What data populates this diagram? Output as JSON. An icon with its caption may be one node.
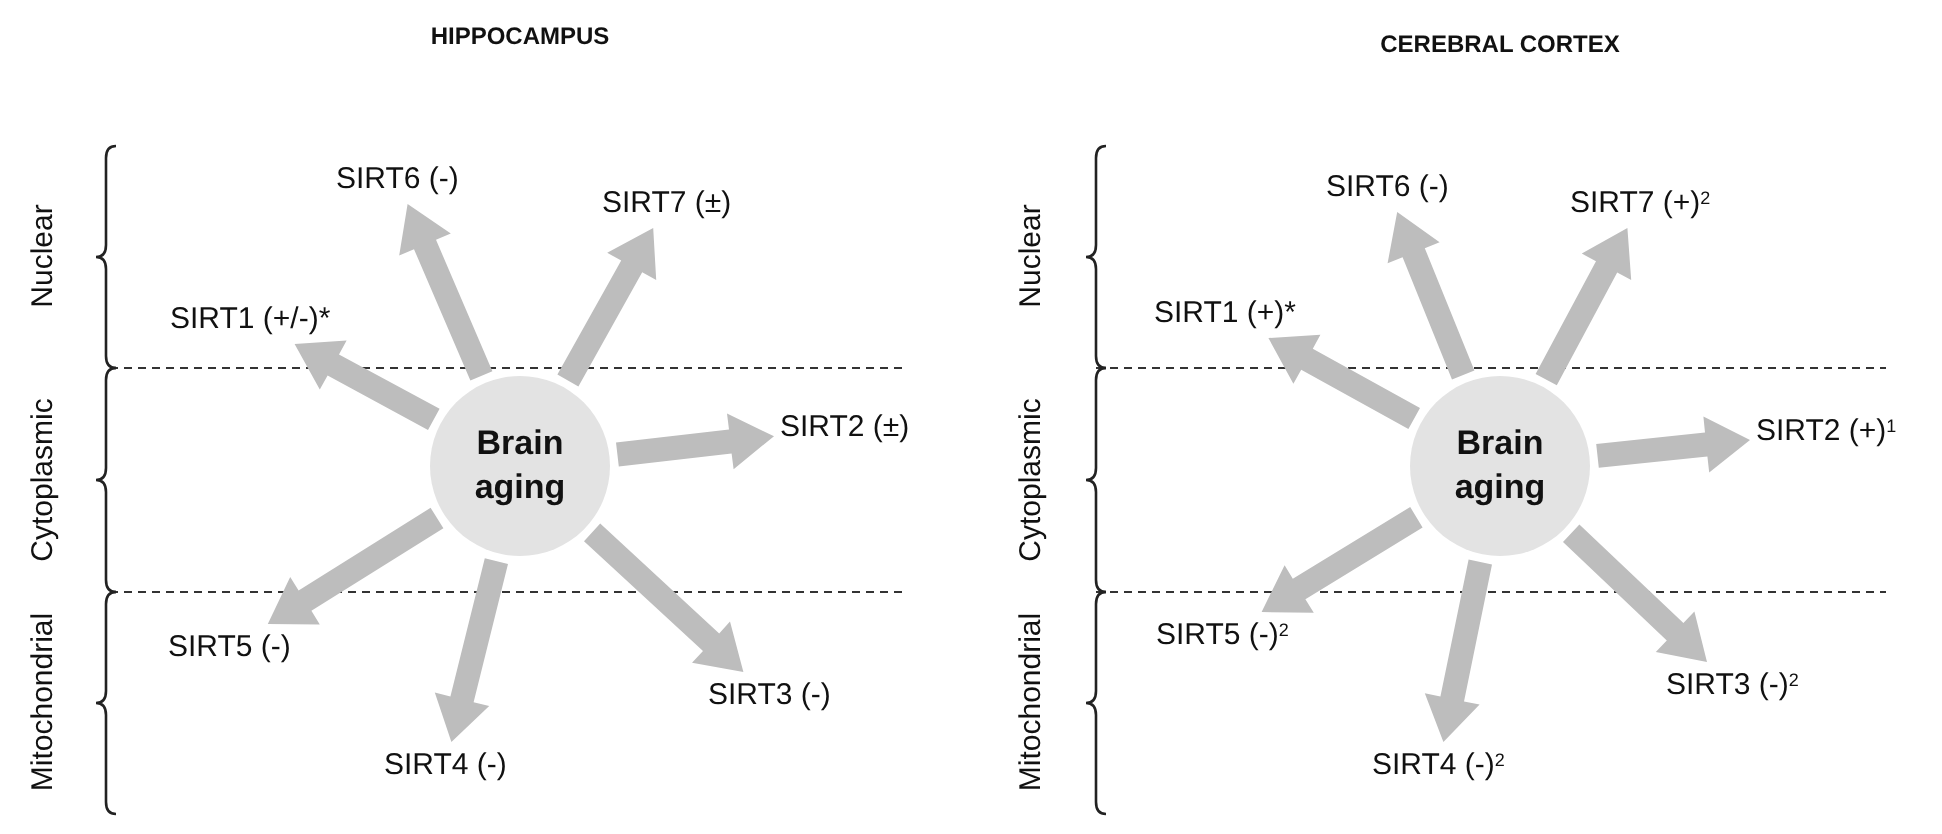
{
  "diagram": {
    "nodes": [
      {
        "text": [
          "Brain aging"
        ]
      },
      {
        "text": [
          "SIRT1 (+/-)*"
        ]
      },
      {
        "text": [
          "SIRT2 (±)"
        ]
      },
      {
        "text": [
          "SIRT3 (-)"
        ]
      },
      {
        "text": [
          "SIRT4 (-)"
        ]
      },
      {
        "text": [
          "SIRT5 (-)"
        ]
      },
      {
        "text": [
          "SIRT6 (-)"
        ]
      },
      {
        "text": [
          "SIRT7 (±)"
        ]
      },
      {
        "text": [
          "Brain aging"
        ]
      },
      {
        "text": [
          "SIRT1 (+)*"
        ]
      },
      {
        "text": [
          "SIRT2 (+)$^{1}$"
        ]
      },
      {
        "text": [
          "SIRT3 (-)$^{2}$"
        ]
      },
      {
        "text": [
          "SIRT4 (-)$^{2}$"
        ]
      },
      {
        "text": [
          "SIRT5 (-)$^{2}$"
        ]
      },
      {
        "text": [
          "SIRT6 (-)"
        ]
      },
      {
        "text": [
          "SIRT7 (+)$^{2}$"
        ]
      }
    ],
    "edges": [
      {
        "from": 0,
        "to": 1,
        "arrow": "to"
      },
      {
        "from": 0,
        "to": 2,
        "arrow": "to"
      },
      {
        "from": 0,
        "to": 3,
        "arrow": "to"
      },
      {
        "from": 0,
        "to": 4,
        "arrow": "to"
      },
      {
        "from": 0,
        "to": 5,
        "arrow": "to"
      },
      {
        "from": 0,
        "to": 6,
        "arrow": "to"
      },
      {
        "from": 0,
        "to": 7,
        "arrow": "to"
      },
      {
        "from": 8,
        "to": 9,
        "arrow": "to"
      },
      {
        "from": 8,
        "to": 10,
        "arrow": "to"
      },
      {
        "from": 8,
        "to": 11,
        "arrow": "to"
      },
      {
        "from": 8,
        "to": 12,
        "arrow": "to"
      },
      {
        "from": 8,
        "to": 13,
        "arrow": "to"
      },
      {
        "from": 8,
        "to": 14,
        "arrow": "to"
      },
      {
        "from": 8,
        "to": 15,
        "arrow": "to"
      }
    ],
    "labels": [
      "HIPPOCAMPUS",
      "Nuclear",
      "Cytoplasmic",
      "Mitochondrial",
      "CEREBRAL CORTEX",
      "Nuclear",
      "Cytoplasmic",
      "Mitochondrial"
    ]
  }
}
